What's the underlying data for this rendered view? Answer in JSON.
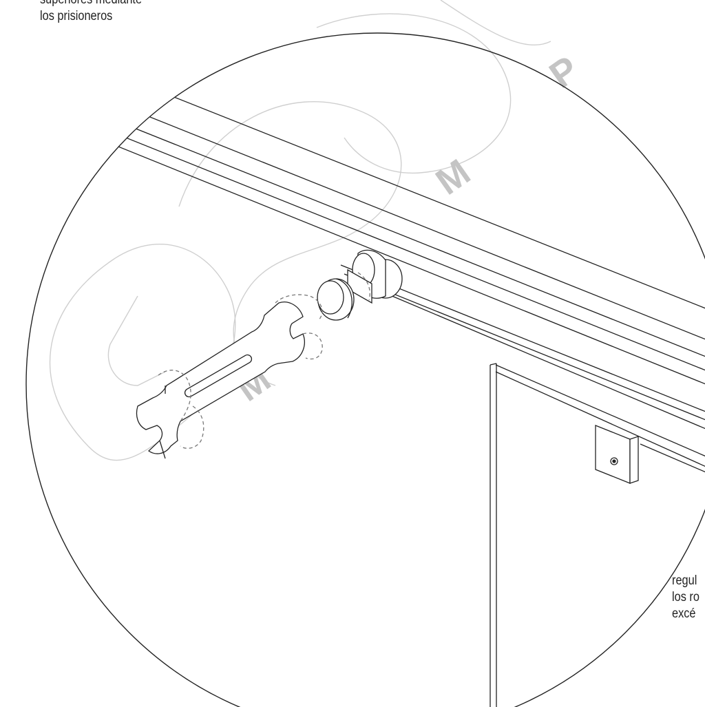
{
  "annotations": {
    "top_left": {
      "lines": [
        "superiores mediante",
        "los prisioneros"
      ]
    },
    "bottom_right": {
      "lines": [
        "regul",
        "los ro",
        "excé"
      ]
    }
  },
  "watermark": {
    "color": "#b9b9b9",
    "letters": [
      "M",
      "M",
      "P"
    ]
  },
  "colors": {
    "ink": "#222222",
    "dashed": "#777777",
    "background": "#ffffff"
  }
}
